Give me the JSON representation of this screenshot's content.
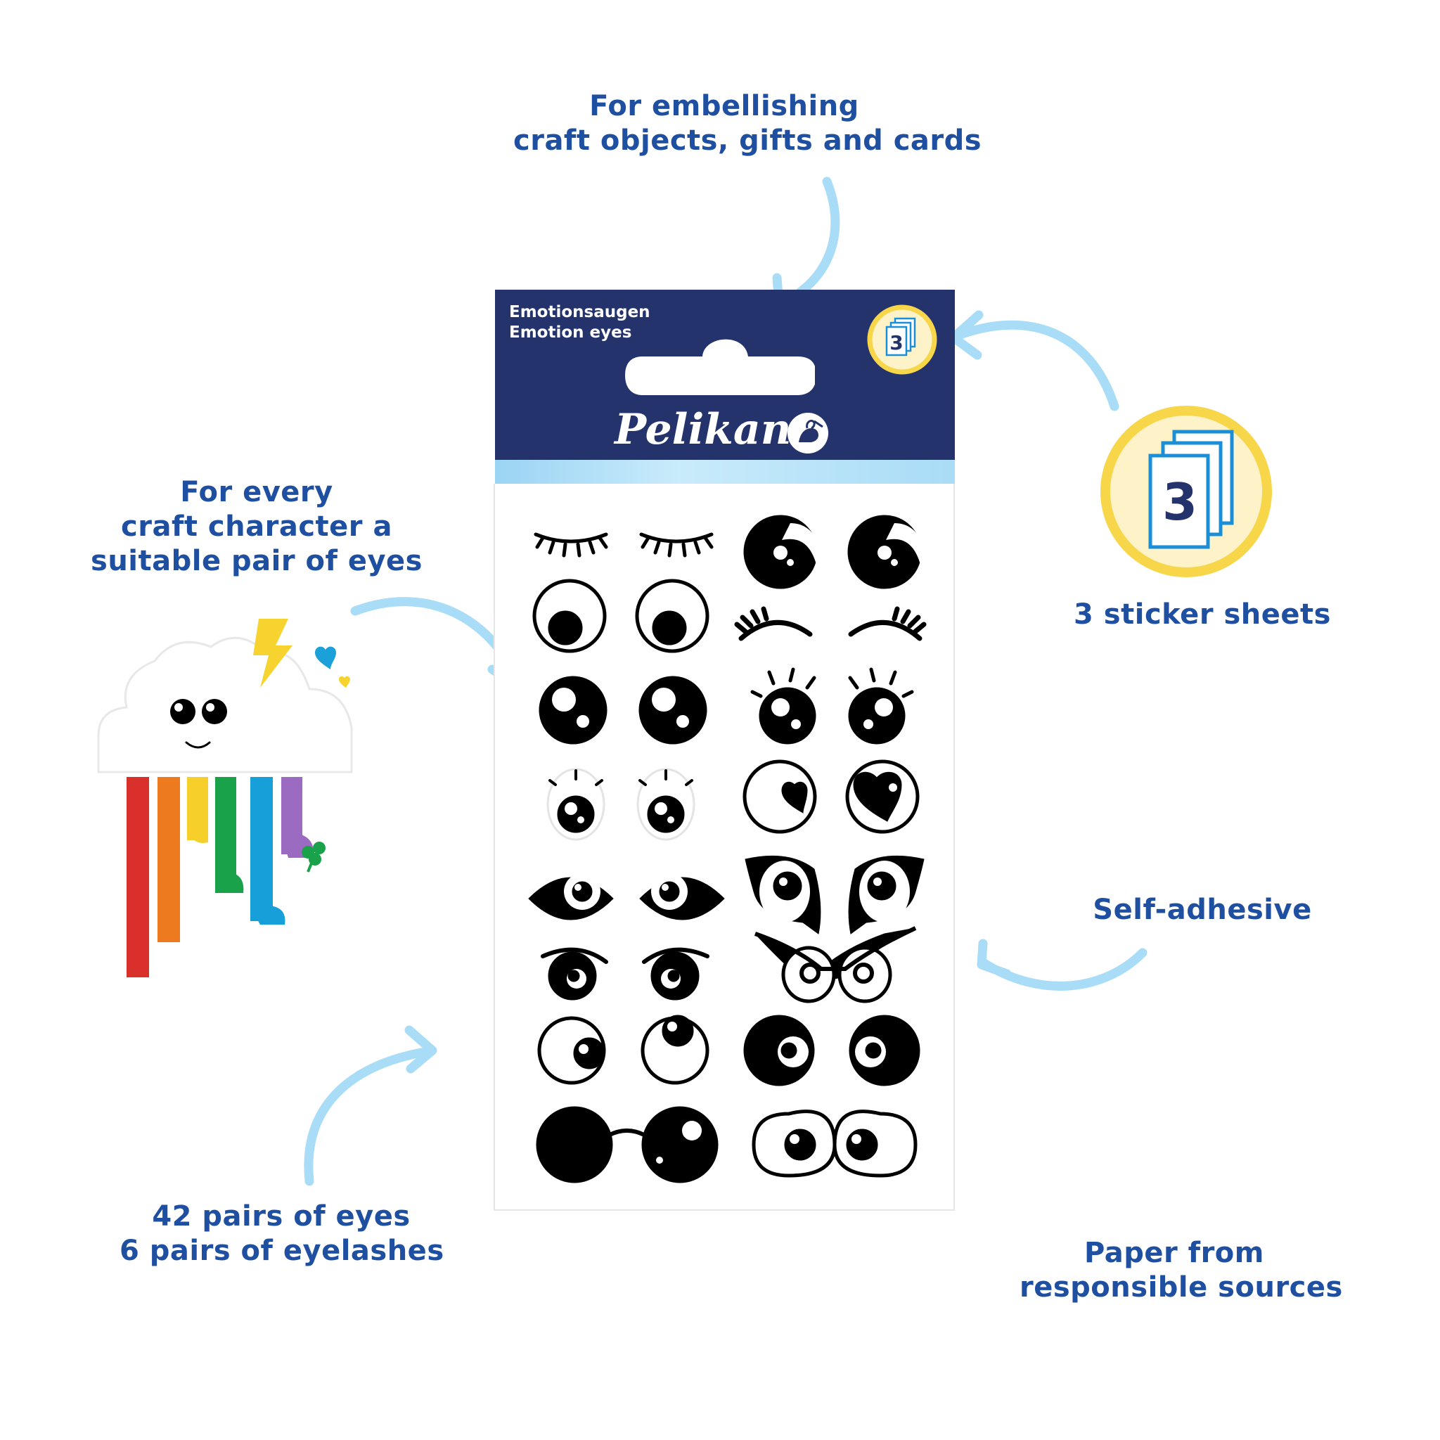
{
  "callouts": {
    "embellish": {
      "line1": "For embellishing",
      "line2": "craft objects, gifts and cards"
    },
    "every_character": {
      "line1": "For every",
      "line2": "craft character a",
      "line3": "suitable pair of eyes"
    },
    "sheets": {
      "line1": "3 sticker sheets"
    },
    "self_adhesive": {
      "line1": "Self-adhesive"
    },
    "pairs": {
      "line1": "42 pairs of eyes",
      "line2": "6 pairs of eyelashes"
    },
    "paper": {
      "line1": "Paper from",
      "line2": "responsible sources"
    }
  },
  "package": {
    "title_de": "Emotionsaugen",
    "title_en": "Emotion eyes",
    "brand": "Pelikan",
    "sheet_count": "3"
  },
  "colors": {
    "text_blue": "#1f4fa0",
    "header_navy": "#24336b",
    "arrow_blue": "#a9dcf7",
    "badge_yellow": "#f7d64a",
    "badge_fill": "#fdf2c8",
    "card_blue": "#1a8fd8"
  },
  "icons": [
    "stacked-sheets-icon",
    "pelican-logo-icon",
    "lightning-icon",
    "heart-icon",
    "clover-icon"
  ]
}
